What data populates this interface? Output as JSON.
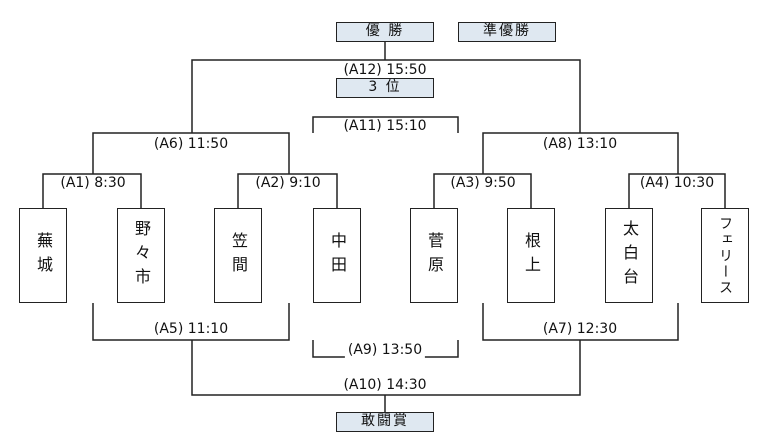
{
  "header": {
    "champion_label": "優 勝",
    "runnerup_label": "準優勝",
    "third_label": "3 位",
    "consolation_label": "敢闘賞"
  },
  "teams": [
    "蕪城",
    "野々市",
    "笠間",
    "中田",
    "菅原",
    "根上",
    "太白台",
    "フェリース"
  ],
  "matches": {
    "a1": "(A1) 8:30",
    "a2": "(A2) 9:10",
    "a3": "(A3) 9:50",
    "a4": "(A4) 10:30",
    "a5": "(A5) 11:10",
    "a6": "(A6) 11:50",
    "a7": "(A7) 12:30",
    "a8": "(A8) 13:10",
    "a9": "(A9) 13:50",
    "a10": "(A10) 14:30",
    "a11": "(A11) 15:10",
    "a12": "(A12) 15:50"
  }
}
